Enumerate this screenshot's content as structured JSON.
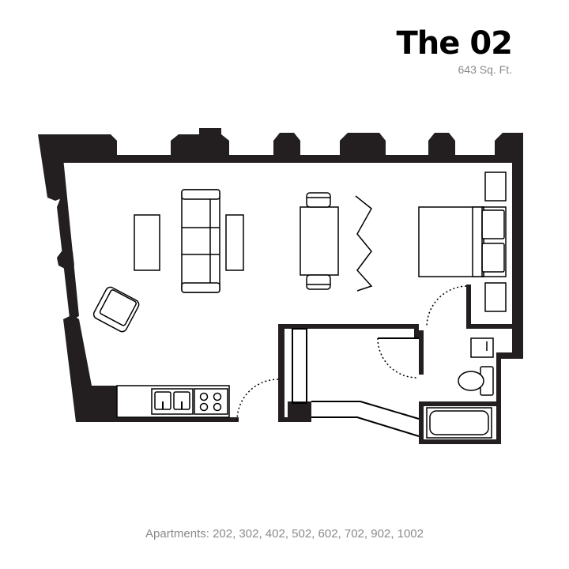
{
  "header": {
    "title": "The 02",
    "area": "643 Sq. Ft."
  },
  "footer": {
    "apartments": "Apartments: 202, 302, 402, 502, 602, 702, 902, 1002"
  },
  "colors": {
    "wall": "#231f20",
    "muted_text": "#8a8a8a",
    "line": "#000000"
  }
}
